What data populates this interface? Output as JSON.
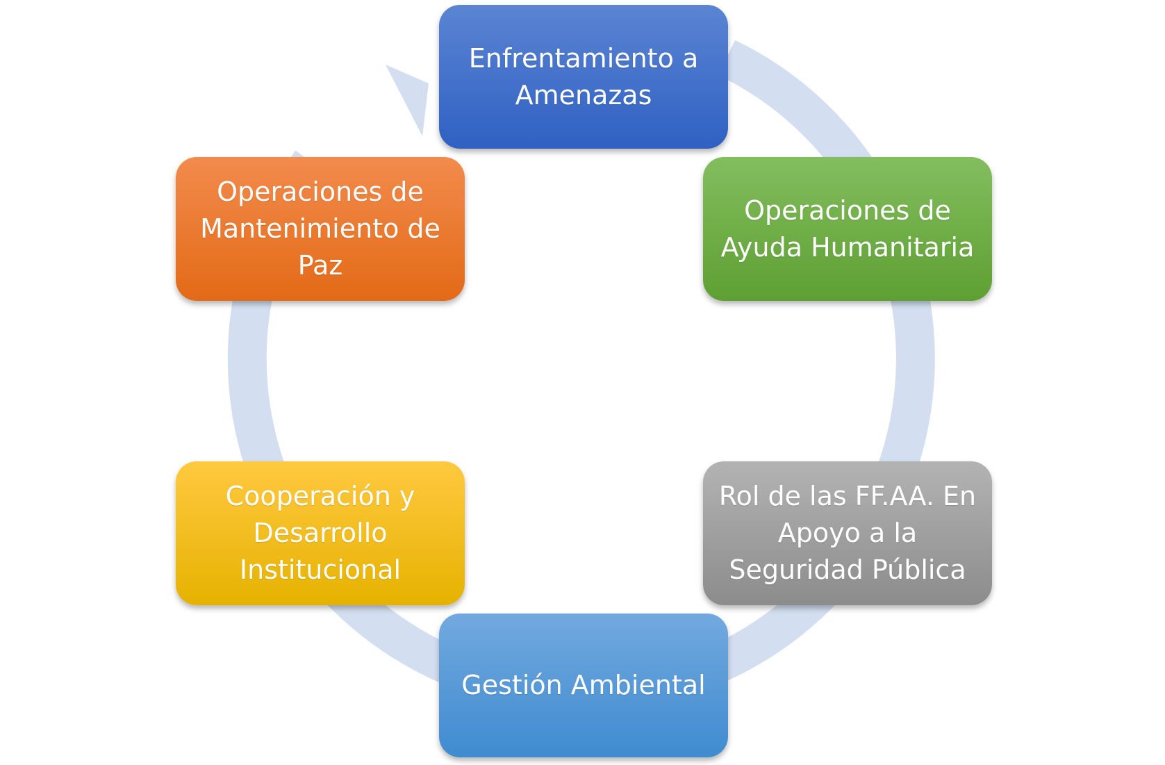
{
  "diagram": {
    "type": "cycle",
    "colors": {
      "ring": "#d3dff0"
    },
    "nodes": [
      {
        "id": "enfrentamiento",
        "label": "Enfrentamiento a Amenazas",
        "color": "#3a6bc8"
      },
      {
        "id": "ayuda",
        "label": "Operaciones de Ayuda Humanitaria",
        "color": "#6aab3f"
      },
      {
        "id": "rol",
        "label": "Rol de las FF.AA. En Apoyo a la Seguridad Pública",
        "color": "#9e9e9e"
      },
      {
        "id": "gestion",
        "label": "Gestión Ambiental",
        "color": "#4f93d6"
      },
      {
        "id": "cooperacion",
        "label": "Cooperación y Desarrollo Institucional",
        "color": "#f6bf0f"
      },
      {
        "id": "mantenimiento",
        "label": "Operaciones de Mantenimiento de Paz",
        "color": "#ea7a2c"
      }
    ]
  }
}
